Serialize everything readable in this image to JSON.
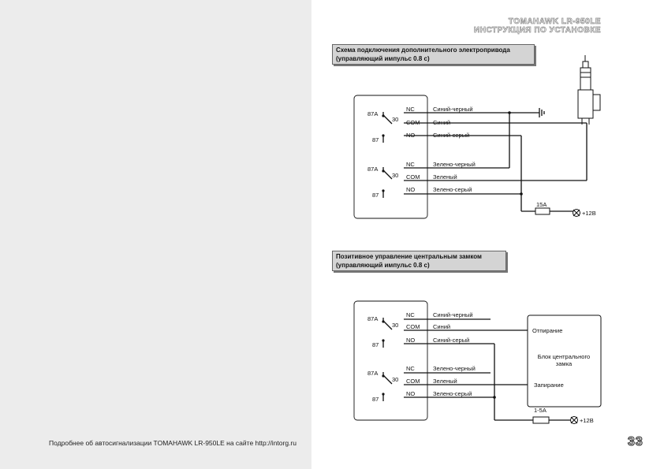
{
  "header": {
    "brand": "TOMAHAWK LR-950LE",
    "subtitle": "ИНСТРУКЦИЯ ПО УСТАНОВКЕ"
  },
  "diagram1": {
    "caption_line1": "Схема подключения дополнительного электропривода",
    "caption_line2": "(управляющий импульс 0.8 с)",
    "relay_labels": {
      "r87a": "87A",
      "r30": "30",
      "r87": "87"
    },
    "pins": {
      "nc": "NC",
      "com": "COM",
      "no": "NO"
    },
    "wires": {
      "blue_black": "Синий-черный",
      "blue": "Синий",
      "blue_gray": "Синий-серый",
      "green_black": "Зелено-черный",
      "green": "Зеленый",
      "green_gray": "Зелено-серый"
    },
    "fuse_label": "15A",
    "power_label": "+12B"
  },
  "diagram2": {
    "caption_line1": "Позитивное управление центральным замком",
    "caption_line2": "(управляющий импульс 0.8 с)",
    "fuse_label": "1-5A",
    "power_label": "+12B",
    "unit": {
      "unlock": "Отпирание",
      "title_line1": "Блок центрального",
      "title_line2": "замка",
      "lock": "Запирание"
    }
  },
  "footer": {
    "text": "Подробнее об автосигнализации TOMAHAWK LR-950LE на сайте http://intorg.ru",
    "page_number": "33"
  }
}
